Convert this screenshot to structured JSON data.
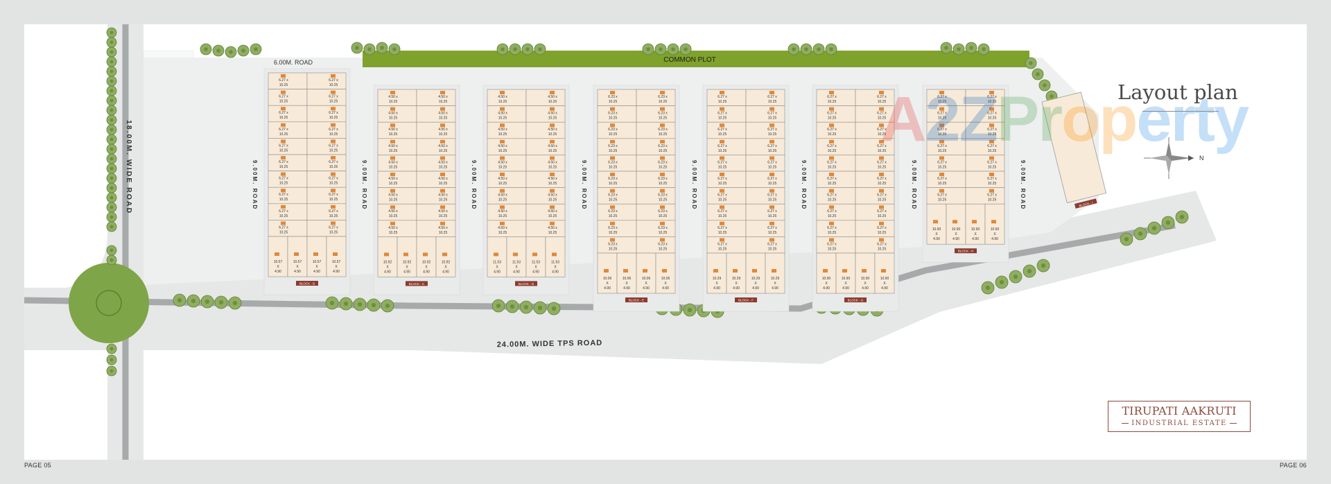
{
  "pages": {
    "left": "PAGE 05",
    "right": "PAGE 06"
  },
  "title": "Layout plan",
  "compass": {
    "north_label": "N"
  },
  "brand": {
    "name": "TIRUPATI AAKRUTI",
    "subtitle": "INDUSTRIAL ESTATE"
  },
  "watermark": {
    "part_a": "A",
    "part_b": "2Z",
    "part_c": "Pr",
    "part_d": "op",
    "part_e": "erty"
  },
  "roads": {
    "common_plot": "COMMON PLOT",
    "top_road": "6.00M. ROAD",
    "left_road": "18.00M. WIDE ROAD",
    "main_road": "24.00M. WIDE TPS ROAD",
    "inner_road": "9.00M. ROAD"
  },
  "blocks": [
    "BLOCK - B",
    "BLOCK - C",
    "BLOCK - D",
    "BLOCK - E",
    "BLOCK - F",
    "BLOCK - G",
    "BLOCK - H",
    "BLOCK - I"
  ],
  "unit_sizes": [
    "6.27 x",
    "4.50 x",
    "4.50 x",
    "6.23 x",
    "6.27 x",
    "6.27 x",
    "6.27 x"
  ],
  "unit_depth": "10.25",
  "front_unit_sizes": [
    [
      "10.57",
      "4.90"
    ],
    [
      "10.92",
      "4.90"
    ],
    [
      "11.53",
      "4.90"
    ],
    [
      "10.06",
      "4.90"
    ],
    [
      "10.29",
      "4.90"
    ],
    [
      "10.90",
      "4.90"
    ],
    [
      "10.90",
      "4.90"
    ]
  ],
  "colors": {
    "background": "#e2e3e3",
    "road": "#e6e7e7",
    "common_plot": "#7fa22c",
    "unit_fill": "#f7ead8",
    "unit_badge": "#e0883a",
    "block_label": "#8c3b2e",
    "tree": "#6f8f3e"
  }
}
